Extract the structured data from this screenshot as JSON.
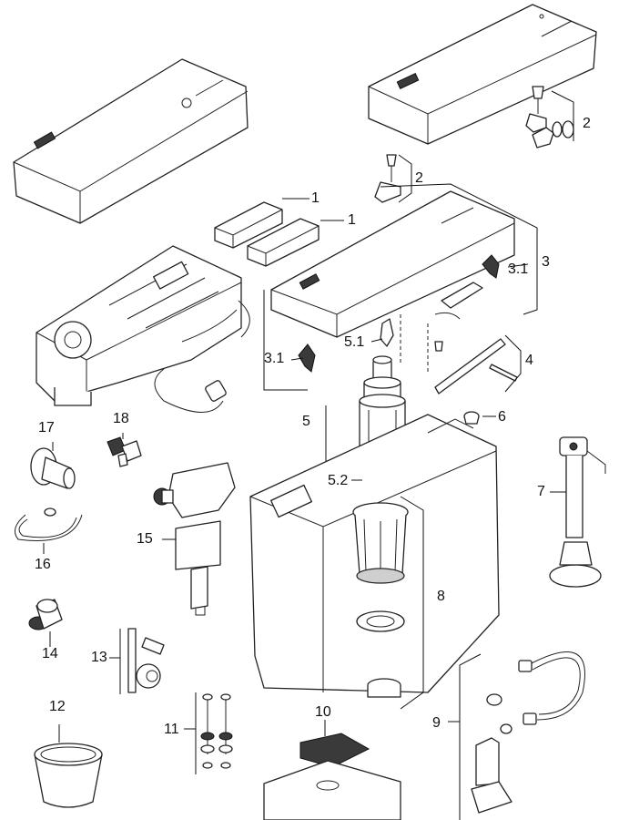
{
  "labels": {
    "l1a": "1",
    "l1b": "1",
    "l2a": "2",
    "l2b": "2",
    "l3": "3",
    "l31a": "3.1",
    "l31b": "3.1",
    "l4": "4",
    "l5": "5",
    "l51": "5.1",
    "l52": "5.2",
    "l6": "6",
    "l7": "7",
    "l8": "8",
    "l9": "9",
    "l10": "10",
    "l11": "11",
    "l12": "12",
    "l13": "13",
    "l14": "14",
    "l15": "15",
    "l16": "16",
    "l17": "17",
    "l18": "18"
  },
  "colors": {
    "line": "#222222",
    "fill": "#ffffff",
    "dark": "#3a3a3a"
  }
}
